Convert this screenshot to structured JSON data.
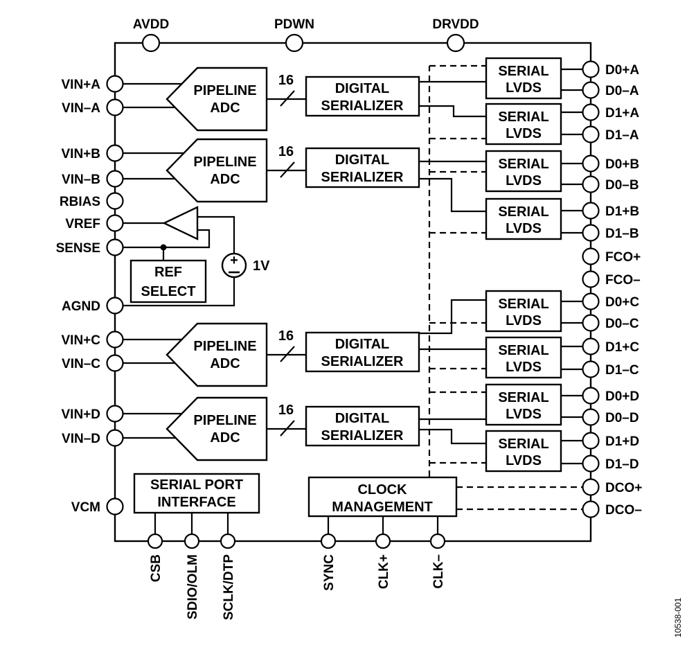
{
  "top_pins": [
    "AVDD",
    "PDWN",
    "DRVDD"
  ],
  "left_pins": [
    "VIN+A",
    "VIN–A",
    "VIN+B",
    "VIN–B",
    "RBIAS",
    "VREF",
    "SENSE",
    "AGND",
    "VIN+C",
    "VIN–C",
    "VIN+D",
    "VIN–D",
    "VCM"
  ],
  "right_pins": [
    "D0+A",
    "D0–A",
    "D1+A",
    "D1–A",
    "D0+B",
    "D0–B",
    "D1+B",
    "D1–B",
    "FCO+",
    "FCO–",
    "D0+C",
    "D0–C",
    "D1+C",
    "D1–C",
    "D0+D",
    "D0–D",
    "D1+D",
    "D1–D",
    "DCO+",
    "DCO–"
  ],
  "bottom_pins": [
    "CSB",
    "SDIO/OLM",
    "SCLK/DTP",
    "SYNC",
    "CLK+",
    "CLK–"
  ],
  "adc_block": [
    "PIPELINE",
    "ADC"
  ],
  "serializer_block": [
    "DIGITAL",
    "SERIALIZER"
  ],
  "lvds_block": [
    "SERIAL",
    "LVDS"
  ],
  "bus_width": "16",
  "ref_select": [
    "REF",
    "SELECT"
  ],
  "voltage_source": "1V",
  "serial_port": [
    "SERIAL PORT",
    "INTERFACE"
  ],
  "clock_mgmt": [
    "CLOCK",
    "MANAGEMENT"
  ],
  "figure_id": "10538-001"
}
